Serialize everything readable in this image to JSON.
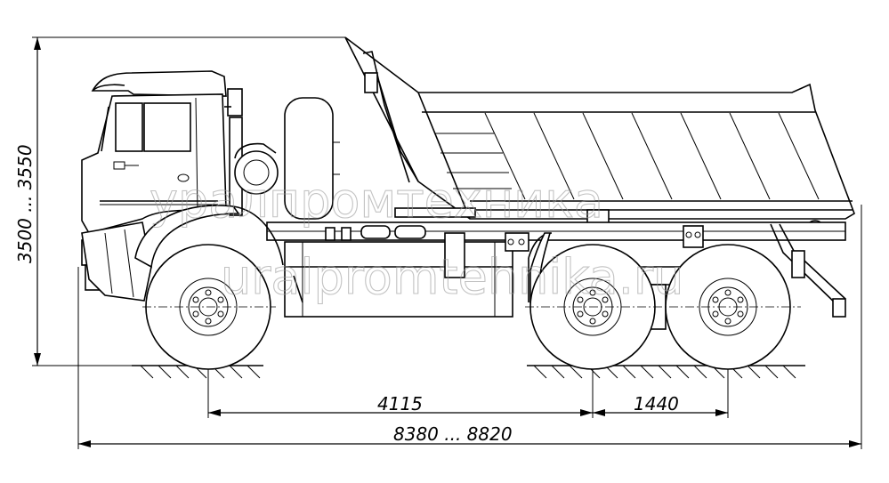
{
  "dimensions": {
    "height": "3500 ... 3550",
    "wheelbase_front": "4115",
    "wheelbase_rear": "1440",
    "overall_length": "8380  ...  8820"
  },
  "watermark": {
    "line1": "уралпромтехника",
    "line2": "uralpromtehnika.ru"
  }
}
